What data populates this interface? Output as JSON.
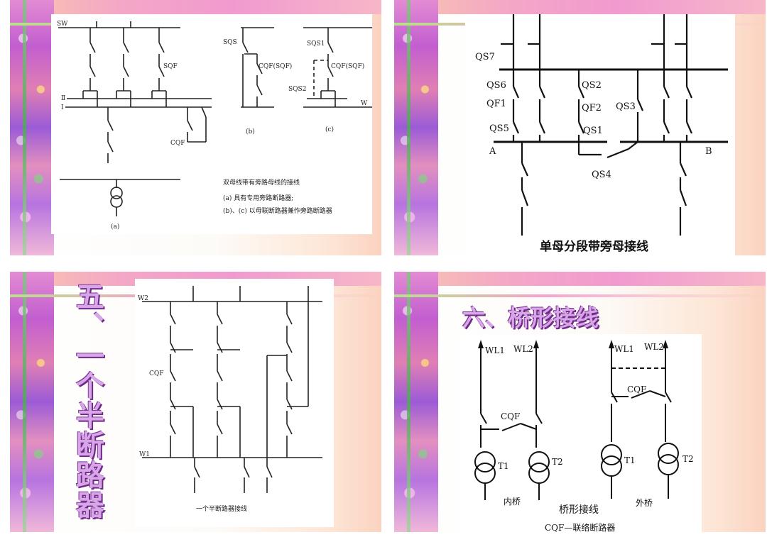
{
  "slide1": {
    "labels": {
      "sw": "SW",
      "bus_ii": "Ⅱ",
      "bus_i": "Ⅰ",
      "sqf": "SQF",
      "cqf": "CQF",
      "sqs": "SQS",
      "cqf_sqf_b": "CQF(SQF)",
      "sqs1": "SQS1",
      "cqf_sqf_c": "CQF(SQF)",
      "sqs2": "SQS2",
      "w": "W",
      "fig_a": "(a)",
      "fig_b": "(b)",
      "fig_c": "(c)"
    },
    "caption_title": "双母线带有旁路母线的接线",
    "caption_line1": "(a) 具有专用旁路断路器;",
    "caption_line2": "(b)、(c) 以母联断路器兼作旁路断路器"
  },
  "slide2": {
    "labels": {
      "qs7": "QS7",
      "qs6": "QS6",
      "qf1": "QF1",
      "qs5": "QS5",
      "qs2": "QS2",
      "qf2": "QF2",
      "qs1": "QS1",
      "qs3": "QS3",
      "qs4": "QS4",
      "bus_a": "A",
      "bus_b": "B"
    },
    "caption": "单母分段带旁母接线"
  },
  "slide3": {
    "title": "五、一个半断路器",
    "labels": {
      "w2": "W2",
      "w1": "W1",
      "cqf": "CQF"
    },
    "caption": "一个半断路器接线"
  },
  "slide4": {
    "title": "六、桥形接线",
    "labels": {
      "wl1_left": "WL1",
      "wl2_left": "WL2",
      "wl1_right": "WL1",
      "wl2_right": "WL2",
      "cqf_left": "CQF",
      "cqf_right": "CQF",
      "t1_left": "T1",
      "t2_left": "T2",
      "t1_right": "T1",
      "t2_right": "T2",
      "inner_bridge": "内桥",
      "outer_bridge": "外桥"
    },
    "caption": "桥形接线",
    "note": "CQF—联络断路器"
  }
}
